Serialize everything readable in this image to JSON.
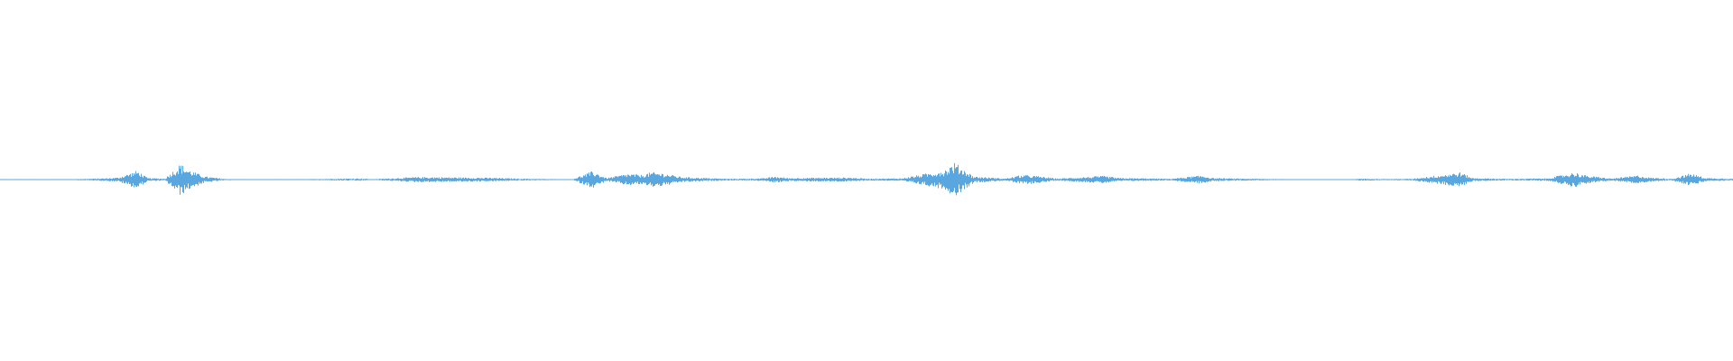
{
  "waveform": {
    "color": "#5aa7df",
    "background": "#ffffff"
  },
  "chart_data": {
    "type": "area",
    "x_range": [
      0,
      1
    ],
    "ylim": [
      -1,
      1
    ],
    "grid": false,
    "baseline_value": 0,
    "series": [
      {
        "amplitude_envelope": [
          [
            0.0,
            0.004
          ],
          [
            0.04,
            0.004
          ],
          [
            0.06,
            0.012
          ],
          [
            0.068,
            0.02
          ],
          [
            0.079,
            0.085
          ],
          [
            0.085,
            0.015
          ],
          [
            0.095,
            0.01
          ],
          [
            0.104,
            0.15
          ],
          [
            0.108,
            0.1
          ],
          [
            0.112,
            0.07
          ],
          [
            0.118,
            0.03
          ],
          [
            0.13,
            0.006
          ],
          [
            0.145,
            0.002
          ],
          [
            0.155,
            0.004
          ],
          [
            0.17,
            0.003
          ],
          [
            0.208,
            0.012
          ],
          [
            0.215,
            0.004
          ],
          [
            0.241,
            0.025
          ],
          [
            0.26,
            0.022
          ],
          [
            0.283,
            0.018
          ],
          [
            0.3,
            0.01
          ],
          [
            0.315,
            0.006
          ],
          [
            0.33,
            0.004
          ],
          [
            0.342,
            0.08
          ],
          [
            0.35,
            0.015
          ],
          [
            0.362,
            0.055
          ],
          [
            0.37,
            0.045
          ],
          [
            0.376,
            0.07
          ],
          [
            0.383,
            0.06
          ],
          [
            0.393,
            0.025
          ],
          [
            0.42,
            0.008
          ],
          [
            0.44,
            0.012
          ],
          [
            0.447,
            0.03
          ],
          [
            0.455,
            0.015
          ],
          [
            0.47,
            0.018
          ],
          [
            0.49,
            0.02
          ],
          [
            0.5,
            0.01
          ],
          [
            0.52,
            0.012
          ],
          [
            0.545,
            0.09
          ],
          [
            0.551,
            0.16
          ],
          [
            0.556,
            0.1
          ],
          [
            0.562,
            0.03
          ],
          [
            0.58,
            0.01
          ],
          [
            0.59,
            0.045
          ],
          [
            0.598,
            0.035
          ],
          [
            0.61,
            0.01
          ],
          [
            0.637,
            0.035
          ],
          [
            0.646,
            0.015
          ],
          [
            0.663,
            0.012
          ],
          [
            0.675,
            0.008
          ],
          [
            0.694,
            0.04
          ],
          [
            0.7,
            0.015
          ],
          [
            0.716,
            0.01
          ],
          [
            0.75,
            0.003
          ],
          [
            0.775,
            0.002
          ],
          [
            0.781,
            0.0
          ],
          [
            0.784,
            0.01
          ],
          [
            0.8,
            0.006
          ],
          [
            0.815,
            0.008
          ],
          [
            0.843,
            0.07
          ],
          [
            0.85,
            0.015
          ],
          [
            0.87,
            0.008
          ],
          [
            0.893,
            0.012
          ],
          [
            0.909,
            0.07
          ],
          [
            0.915,
            0.04
          ],
          [
            0.93,
            0.01
          ],
          [
            0.945,
            0.04
          ],
          [
            0.952,
            0.02
          ],
          [
            0.965,
            0.008
          ],
          [
            0.976,
            0.06
          ],
          [
            0.985,
            0.015
          ],
          [
            1.0,
            0.01
          ]
        ]
      }
    ]
  }
}
